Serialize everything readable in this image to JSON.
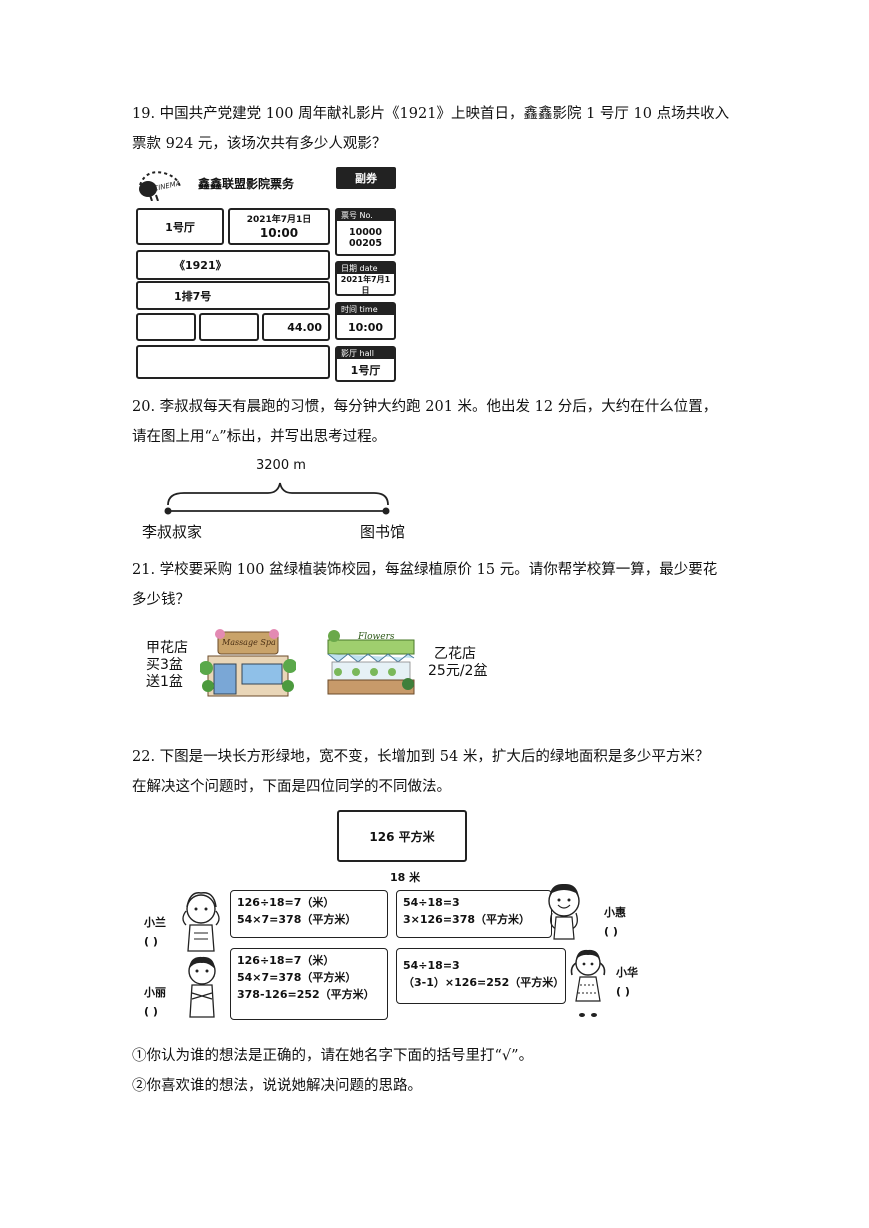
{
  "q19": {
    "line1": "19.  中国共产党建党 100 周年献礼影片《1921》上映首日，鑫鑫影院 1 号厅 10 点场共收入",
    "line2": "票款 924 元，该场次共有多少人观影？",
    "ticket": {
      "header": "鑫鑫联盟影院票务",
      "stub_tag": "副券",
      "hall": "1号厅",
      "date": "2021年7月1日",
      "time": "10:00",
      "film": "《1921》",
      "seat": "1排7号",
      "price": "44.00",
      "stubs": [
        {
          "label": "票号 No.",
          "value": "10000\n00205"
        },
        {
          "label": "日期 date",
          "value": "2021年7月1日"
        },
        {
          "label": "时间 time",
          "value": "10:00"
        },
        {
          "label": "影厅 hall",
          "value": "1号厅"
        }
      ]
    }
  },
  "q20": {
    "line1": "20.  李叔叔每天有晨跑的习惯，每分钟大约跑 201 米。他出发 12 分后，大约在什么位置，",
    "line2": "请在图上用“▵”标出，并写出思考过程。",
    "distance": "3200 m",
    "start": "李叔叔家",
    "end": "图书馆"
  },
  "q21": {
    "line1": "21.  学校要采购 100 盆绿植装饰校园，每盆绿植原价 15 元。请你帮学校算一算，最少要花",
    "line2": "多少钱？",
    "shop_a": {
      "name": "甲花店",
      "offer1": "买3盆",
      "offer2": "送1盆",
      "sign": "Massage Spa"
    },
    "shop_b": {
      "name": "乙花店",
      "offer": "25元/2盆",
      "sign": "Flowers"
    }
  },
  "q22": {
    "line1": "22.  下图是一块长方形绿地，宽不变，长增加到 54 米，扩大后的绿地面积是多少平方米？",
    "line2": "在解决这个问题时，下面是四位同学的不同做法。",
    "area": "126 平方米",
    "width": "18 米",
    "students": [
      {
        "name": "小兰",
        "paren": "(    )",
        "lines": [
          "126÷18=7（米）",
          "54×7=378（平方米）"
        ]
      },
      {
        "name": "小惠",
        "paren": "(    )",
        "lines": [
          "54÷18=3",
          "3×126=378（平方米）"
        ]
      },
      {
        "name": "小丽",
        "paren": "(    )",
        "lines": [
          "126÷18=7（米）",
          "54×7=378（平方米）",
          "378-126=252（平方米）"
        ]
      },
      {
        "name": "小华",
        "paren": "(    )",
        "lines": [
          "54÷18=3",
          "（3-1）×126=252（平方米）"
        ]
      }
    ],
    "sub1": "①你认为谁的想法是正确的，请在她名字下面的括号里打“√”。",
    "sub2": "②你喜欢谁的想法，说说她解决问题的思路。"
  }
}
